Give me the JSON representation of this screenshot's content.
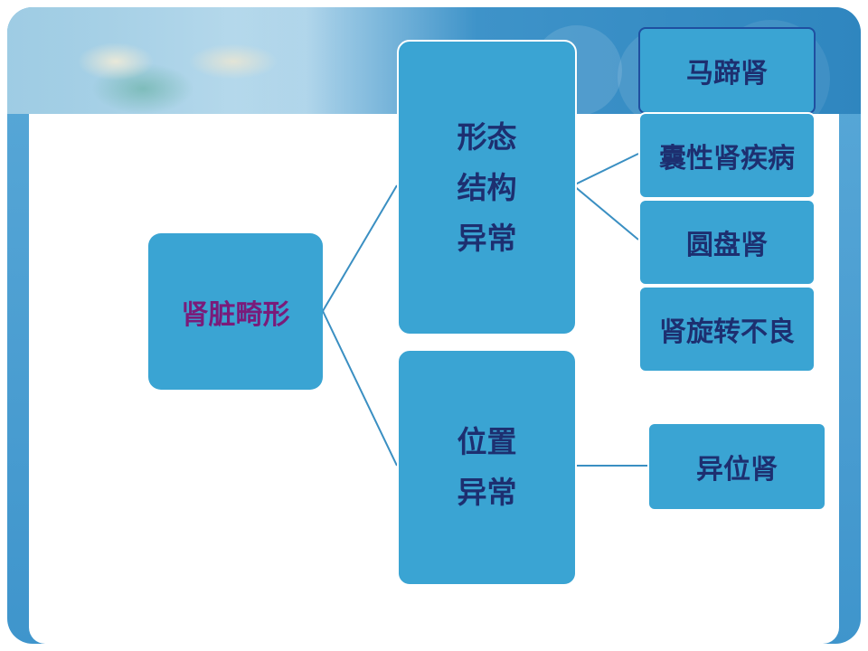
{
  "diagram": {
    "root": "肾脏畸形",
    "branches": [
      {
        "lines": [
          "形态",
          "结构",
          "异常"
        ],
        "children": [
          "马蹄肾",
          "囊性肾疾病",
          "圆盘肾",
          "肾旋转不良"
        ]
      },
      {
        "lines": [
          "位置",
          "异常"
        ],
        "children": [
          "异位肾"
        ]
      }
    ]
  },
  "colors": {
    "box_fill": "#3aa4d3",
    "text_primary": "#1d2f70",
    "root_text": "#7a1b7a",
    "connector": "#3a8fc2"
  }
}
